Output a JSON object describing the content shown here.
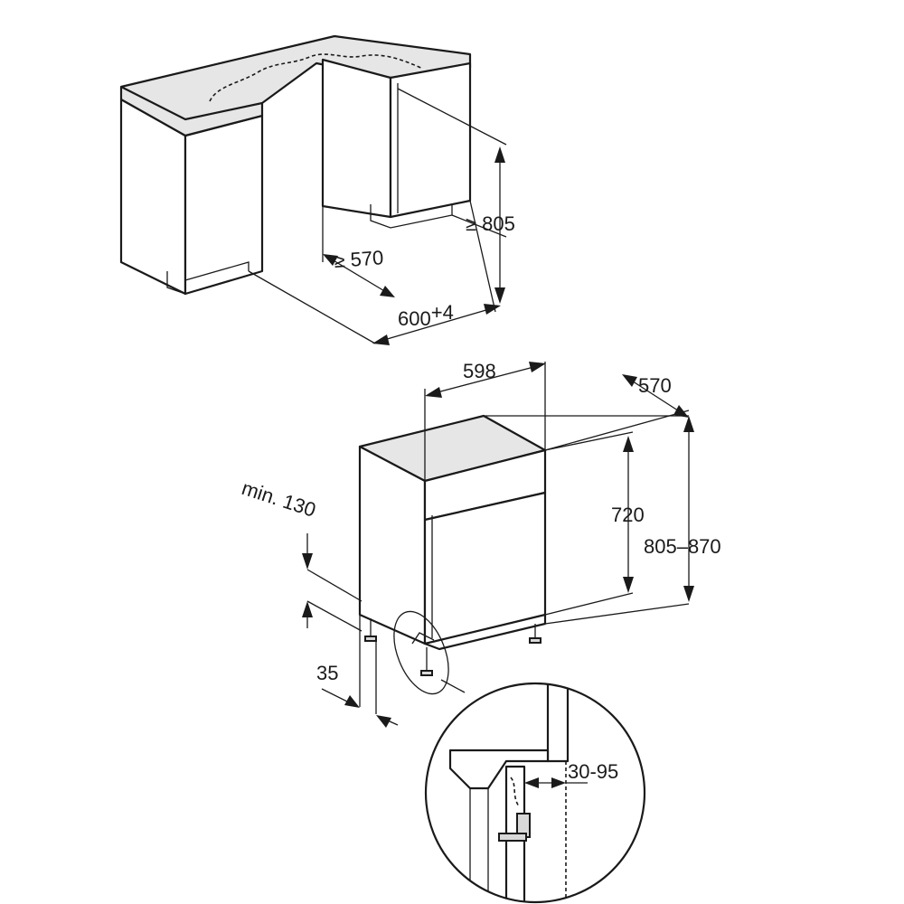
{
  "dimensions": {
    "niche_height": "≥ 805",
    "niche_depth": "≥ 570",
    "niche_width": "600",
    "niche_width_tol": "+4",
    "appliance_width": "598",
    "appliance_depth": "570",
    "body_height": "720",
    "total_height": "805–870",
    "plinth_height": "min. 130",
    "plinth_depth": "35",
    "door_offset": "30-95"
  },
  "colors": {
    "line": "#1a1a1a",
    "worktop": "#e6e6e6"
  }
}
